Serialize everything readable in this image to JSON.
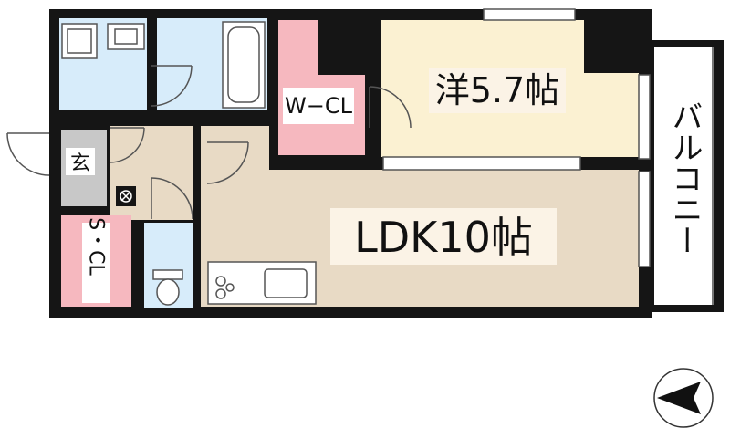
{
  "rooms": {
    "western": "洋5.7帖",
    "ldk": "LDK10帖",
    "walk_in_closet": "W−CL",
    "entrance": "玄",
    "shoe_closet": "S・CL",
    "balcony": "バルコニー"
  },
  "colors": {
    "wall": "#151515",
    "wet_area": "#d7ecfa",
    "entrance_floor": "#c8c8c8",
    "storage": "#f6b8bf",
    "ldk_floor": "#e8dac5",
    "western_floor": "#fbf1d2",
    "label_bg": "#fbf3e6"
  },
  "icons": {
    "compass": "north-arrow-icon",
    "meter_box": "meter-box-icon"
  }
}
